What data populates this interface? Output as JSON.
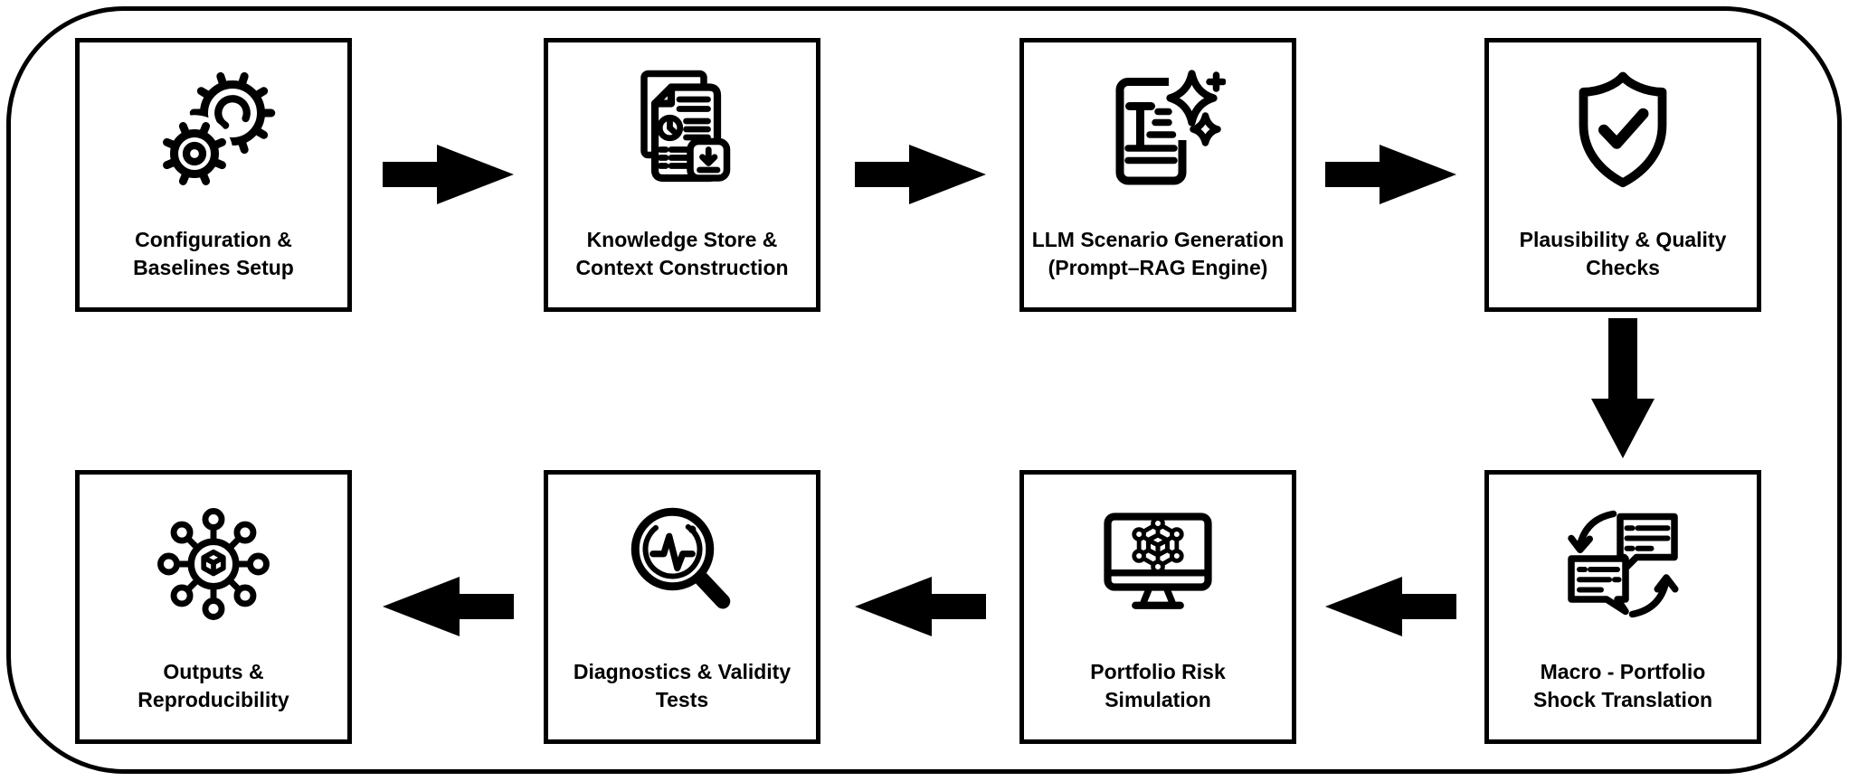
{
  "diagram": {
    "type": "flowchart",
    "background_color": "#ffffff",
    "line_color": "#000000",
    "box_fill": "#ffffff",
    "steps": [
      {
        "icon": "gears-icon",
        "lines": [
          "Configuration &",
          "Baselines Setup"
        ]
      },
      {
        "icon": "documents-report-icon",
        "lines": [
          "Knowledge Store &",
          "Context Construction"
        ]
      },
      {
        "icon": "document-sparkle-icon",
        "lines": [
          "LLM Scenario Generation",
          "(Prompt–RAG Engine)"
        ]
      },
      {
        "icon": "shield-check-icon",
        "lines": [
          "Plausibility & Quality",
          "Checks"
        ]
      },
      {
        "icon": "chat-exchange-icon",
        "lines": [
          "Macro - Portfolio",
          "Shock Translation"
        ]
      },
      {
        "icon": "monitor-cube-network-icon",
        "lines": [
          "Portfolio Risk",
          "Simulation"
        ]
      },
      {
        "icon": "magnifier-pulse-icon",
        "lines": [
          "Diagnostics & Validity",
          "Tests"
        ]
      },
      {
        "icon": "hub-network-icon",
        "lines": [
          "Outputs &",
          "Reproducibility"
        ]
      }
    ],
    "connections": [
      {
        "from": "Configuration & Baselines Setup",
        "to": "Knowledge Store & Context Construction",
        "direction": "right"
      },
      {
        "from": "Knowledge Store & Context Construction",
        "to": "LLM Scenario Generation (Prompt–RAG Engine)",
        "direction": "right"
      },
      {
        "from": "LLM Scenario Generation (Prompt–RAG Engine)",
        "to": "Plausibility & Quality Checks",
        "direction": "right"
      },
      {
        "from": "Plausibility & Quality Checks",
        "to": "Macro - Portfolio Shock Translation",
        "direction": "down"
      },
      {
        "from": "Macro - Portfolio Shock Translation",
        "to": "Portfolio Risk Simulation",
        "direction": "left"
      },
      {
        "from": "Portfolio Risk Simulation",
        "to": "Diagnostics & Validity Tests",
        "direction": "left"
      },
      {
        "from": "Diagnostics & Validity Tests",
        "to": "Outputs & Reproducibility",
        "direction": "left"
      }
    ]
  }
}
